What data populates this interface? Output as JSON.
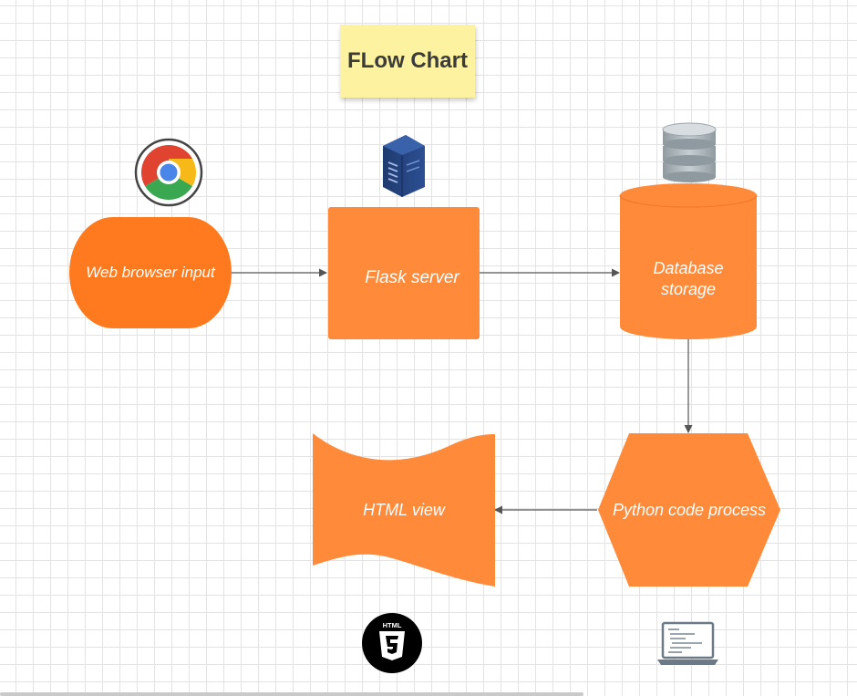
{
  "diagram": {
    "title": "FLow Chart",
    "nodes": {
      "browser": {
        "label": "Web browser input",
        "icon": "chrome-icon"
      },
      "flask": {
        "label": "Flask server",
        "icon": "server-icon"
      },
      "database": {
        "label": "Database\nstorage",
        "icon": "database-icon"
      },
      "python": {
        "label": "Python code process",
        "icon": "laptop-code-icon"
      },
      "html": {
        "label": "HTML view",
        "icon": "html5-icon"
      }
    },
    "edges": [
      {
        "from": "browser",
        "to": "flask"
      },
      {
        "from": "flask",
        "to": "database"
      },
      {
        "from": "database",
        "to": "python"
      },
      {
        "from": "python",
        "to": "html"
      }
    ]
  },
  "colors": {
    "node_fill": "#ff8a3a",
    "browser_fill": "#ff7a1e",
    "sticky_note": "#fdf2a0",
    "connector": "#555555",
    "grid": "#e3e3e3"
  }
}
